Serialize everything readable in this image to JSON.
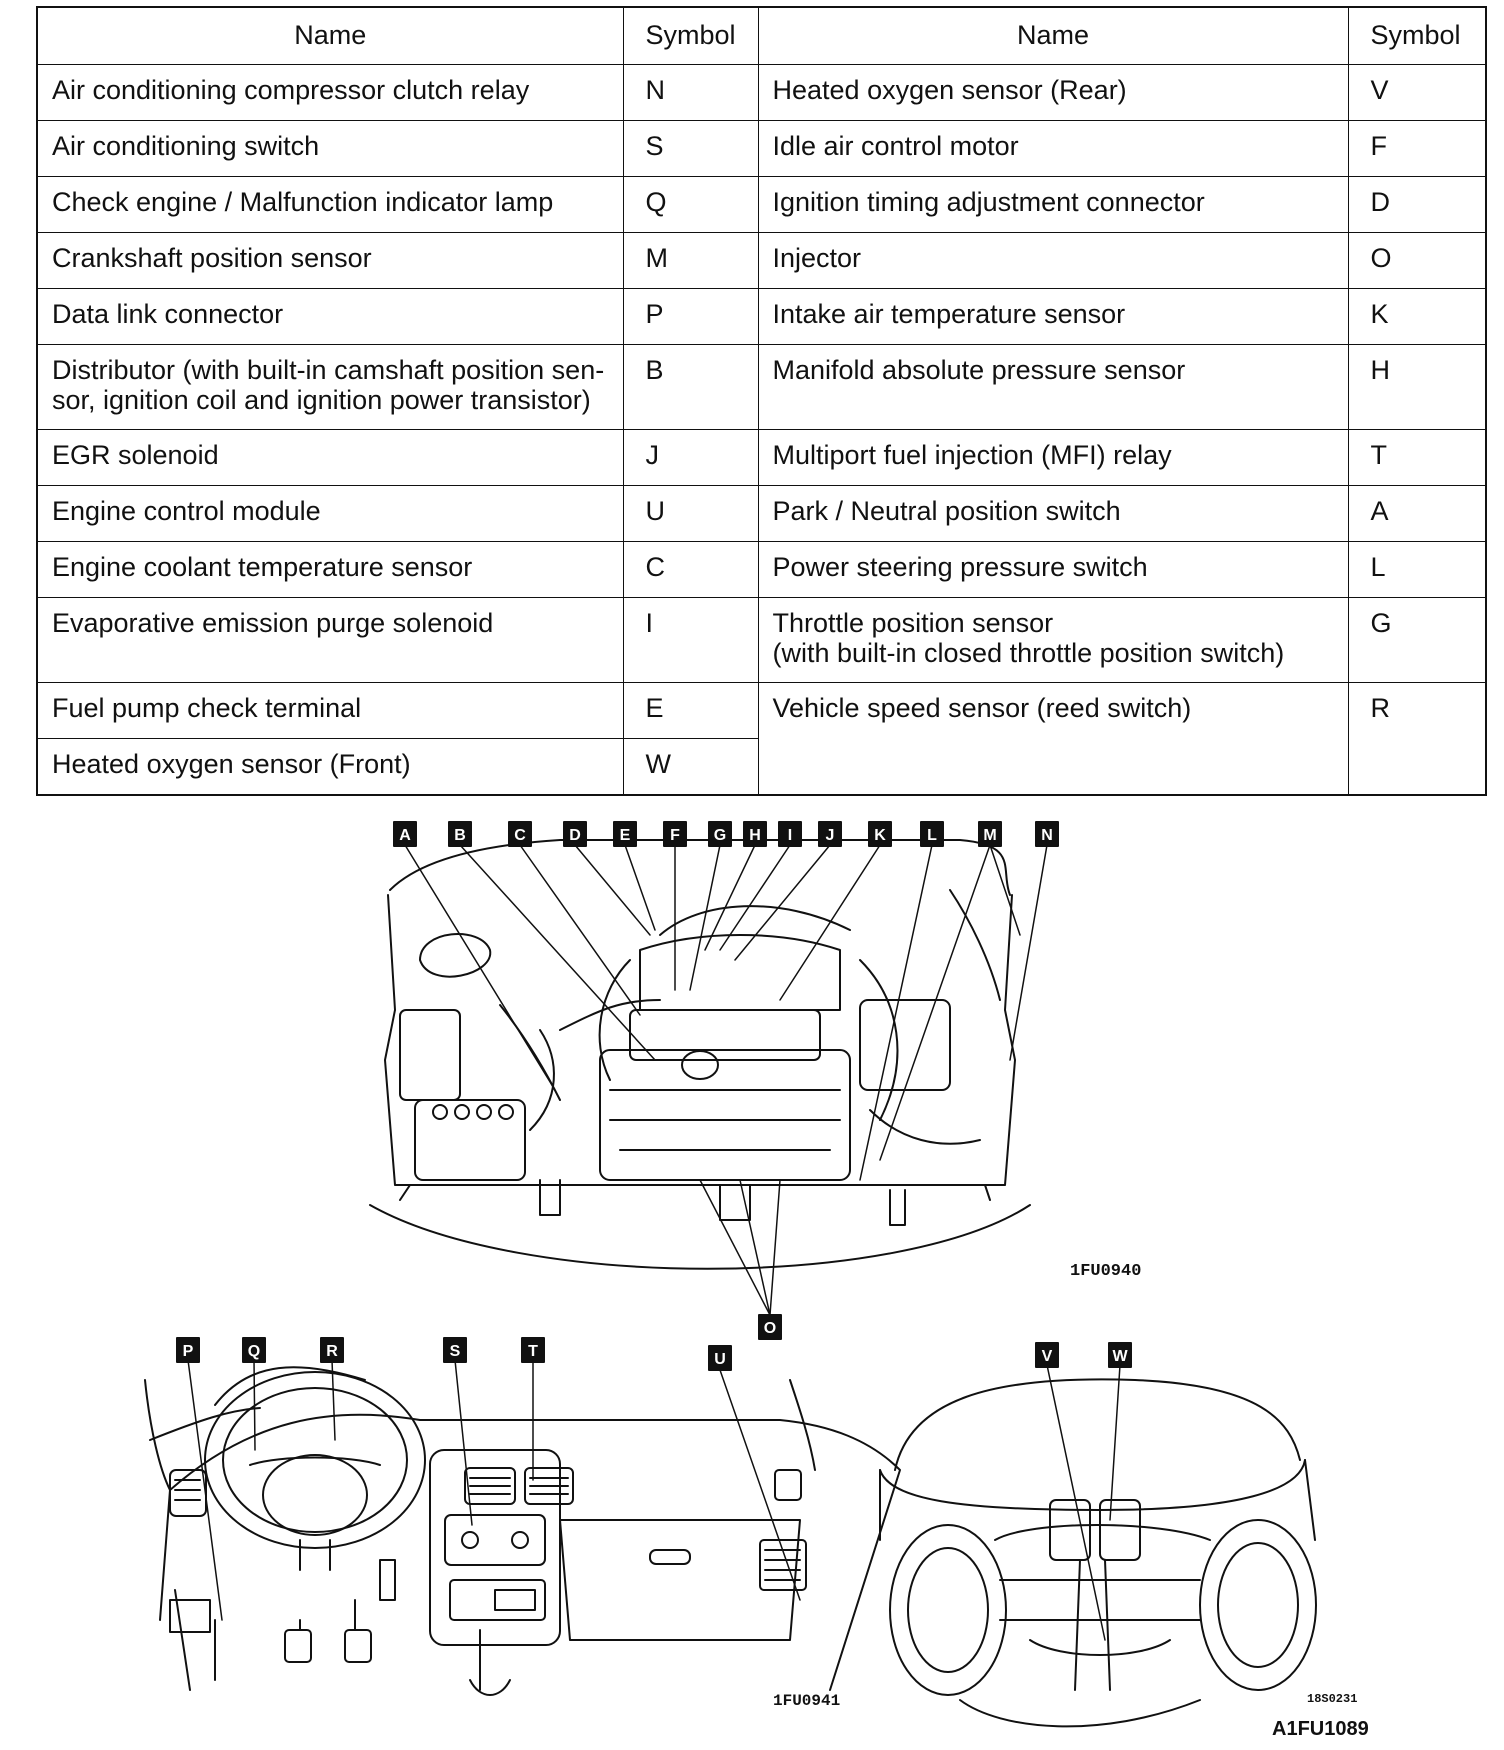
{
  "table": {
    "header": {
      "name1": "Name",
      "symbol1": "Symbol",
      "name2": "Name",
      "symbol2": "Symbol"
    },
    "rows": [
      {
        "name1": "Air conditioning compressor clutch relay",
        "symbol1": "N",
        "name2": "Heated oxygen sensor (Rear)",
        "symbol2": "V"
      },
      {
        "name1": "Air conditioning switch",
        "symbol1": "S",
        "name2": "Idle air control motor",
        "symbol2": "F"
      },
      {
        "name1": "Check engine / Malfunction indicator lamp",
        "symbol1": "Q",
        "name2": "Ignition timing adjustment connector",
        "symbol2": "D"
      },
      {
        "name1": "Crankshaft position sensor",
        "symbol1": "M",
        "name2": "Injector",
        "symbol2": "O"
      },
      {
        "name1": "Data link connector",
        "symbol1": "P",
        "name2": "Intake air temperature sensor",
        "symbol2": "K"
      },
      {
        "name1": "Distributor (with built-in camshaft position sen-\nsor, ignition coil and ignition power transistor)",
        "symbol1": "B",
        "name2": "Manifold absolute pressure sensor",
        "symbol2": "H"
      },
      {
        "name1": "EGR solenoid",
        "symbol1": "J",
        "name2": "Multiport fuel injection (MFI) relay",
        "symbol2": "T"
      },
      {
        "name1": "Engine control module",
        "symbol1": "U",
        "name2": "Park / Neutral position switch",
        "symbol2": "A"
      },
      {
        "name1": "Engine coolant temperature sensor",
        "symbol1": "C",
        "name2": "Power steering pressure switch",
        "symbol2": "L"
      },
      {
        "name1": "Evaporative emission purge solenoid",
        "symbol1": "I",
        "name2": "Throttle position sensor\n(with built-in closed throttle position switch)",
        "symbol2": "G"
      },
      {
        "name1": "Fuel pump check terminal",
        "symbol1": "E",
        "name2": "Vehicle speed sensor (reed switch)",
        "symbol2": "R"
      },
      {
        "name1": "Heated oxygen sensor (Front)",
        "symbol1": "W"
      }
    ]
  },
  "figures": {
    "engine": {
      "code": "1FU0940",
      "callouts": [
        "A",
        "B",
        "C",
        "D",
        "E",
        "F",
        "G",
        "H",
        "I",
        "J",
        "K",
        "L",
        "M",
        "N",
        "O"
      ]
    },
    "dash": {
      "code": "1FU0941",
      "callouts": [
        "P",
        "Q",
        "R",
        "S",
        "T",
        "U"
      ]
    },
    "under": {
      "code": "18S0231",
      "callouts": [
        "V",
        "W"
      ]
    },
    "sheet_code": "A1FU1089"
  }
}
